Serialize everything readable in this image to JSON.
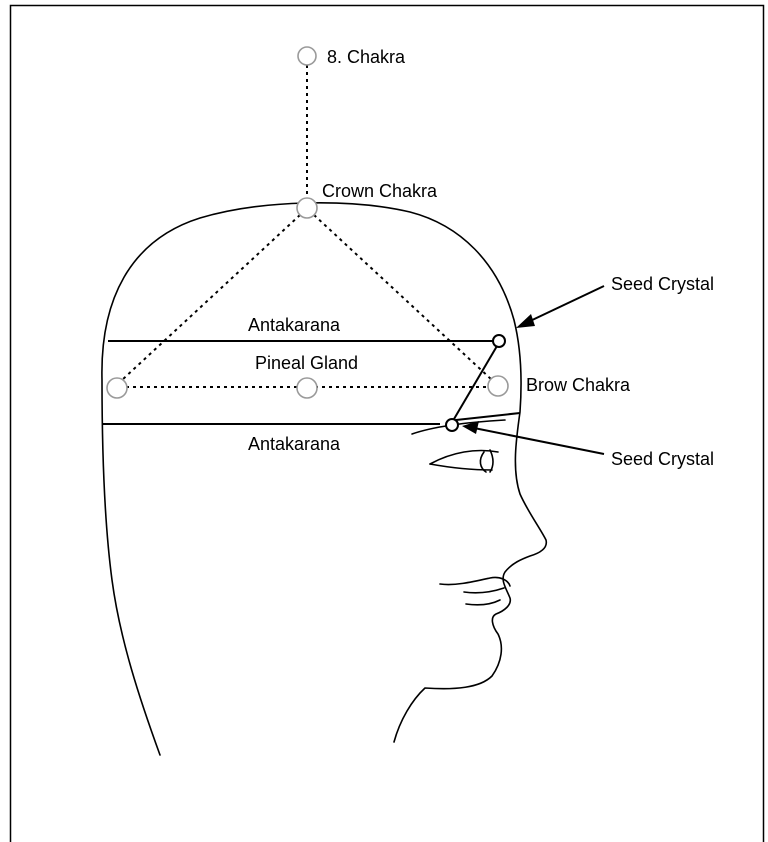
{
  "labels": {
    "eighth_chakra": "8. Chakra",
    "crown_chakra": "Crown Chakra",
    "antakarana_upper": "Antakarana",
    "pineal_gland": "Pineal Gland",
    "brow_chakra": "Brow Chakra",
    "antakarana_lower": "Antakarana",
    "seed_crystal_upper": "Seed Crystal",
    "seed_crystal_lower": "Seed Crystal"
  },
  "colors": {
    "line": "#000000",
    "chakra_outline": "#9a9a9a",
    "background": "#ffffff"
  }
}
